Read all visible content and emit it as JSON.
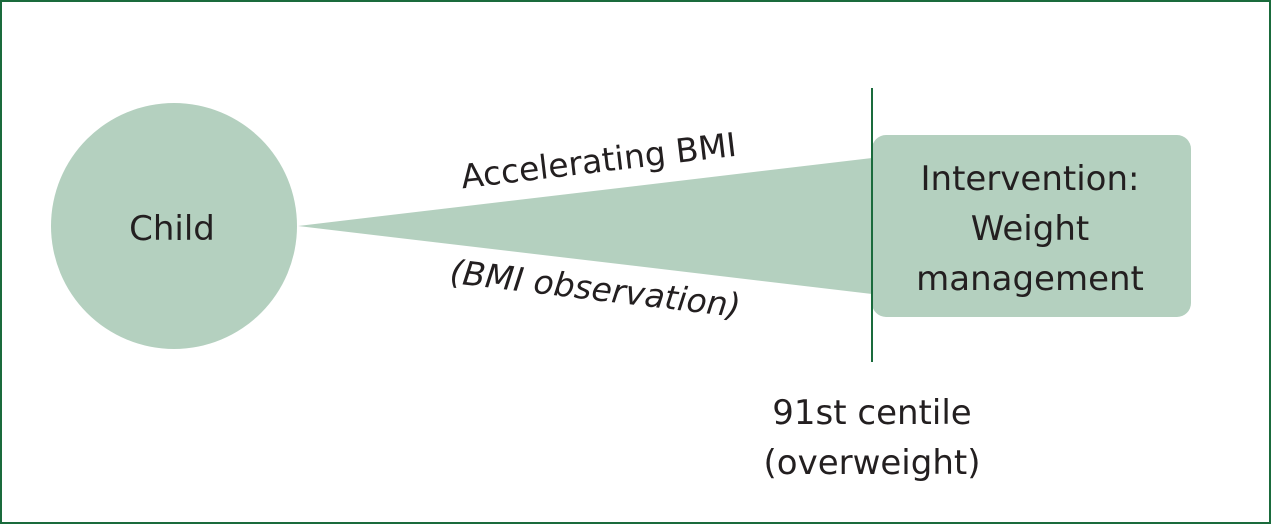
{
  "nodes": {
    "child": "Child",
    "intervention_line1": "Intervention:",
    "intervention_line2": "Weight",
    "intervention_line3": "management"
  },
  "edge": {
    "label_top": "Accelerating BMI",
    "label_bottom": "(BMI observation)"
  },
  "threshold": {
    "label_line1": "91st centile",
    "label_line2": "(overweight)"
  },
  "colors": {
    "fill": "#b4d0bf",
    "line": "#1a6b3c",
    "border": "#1a6b3c",
    "text": "#231f20"
  }
}
